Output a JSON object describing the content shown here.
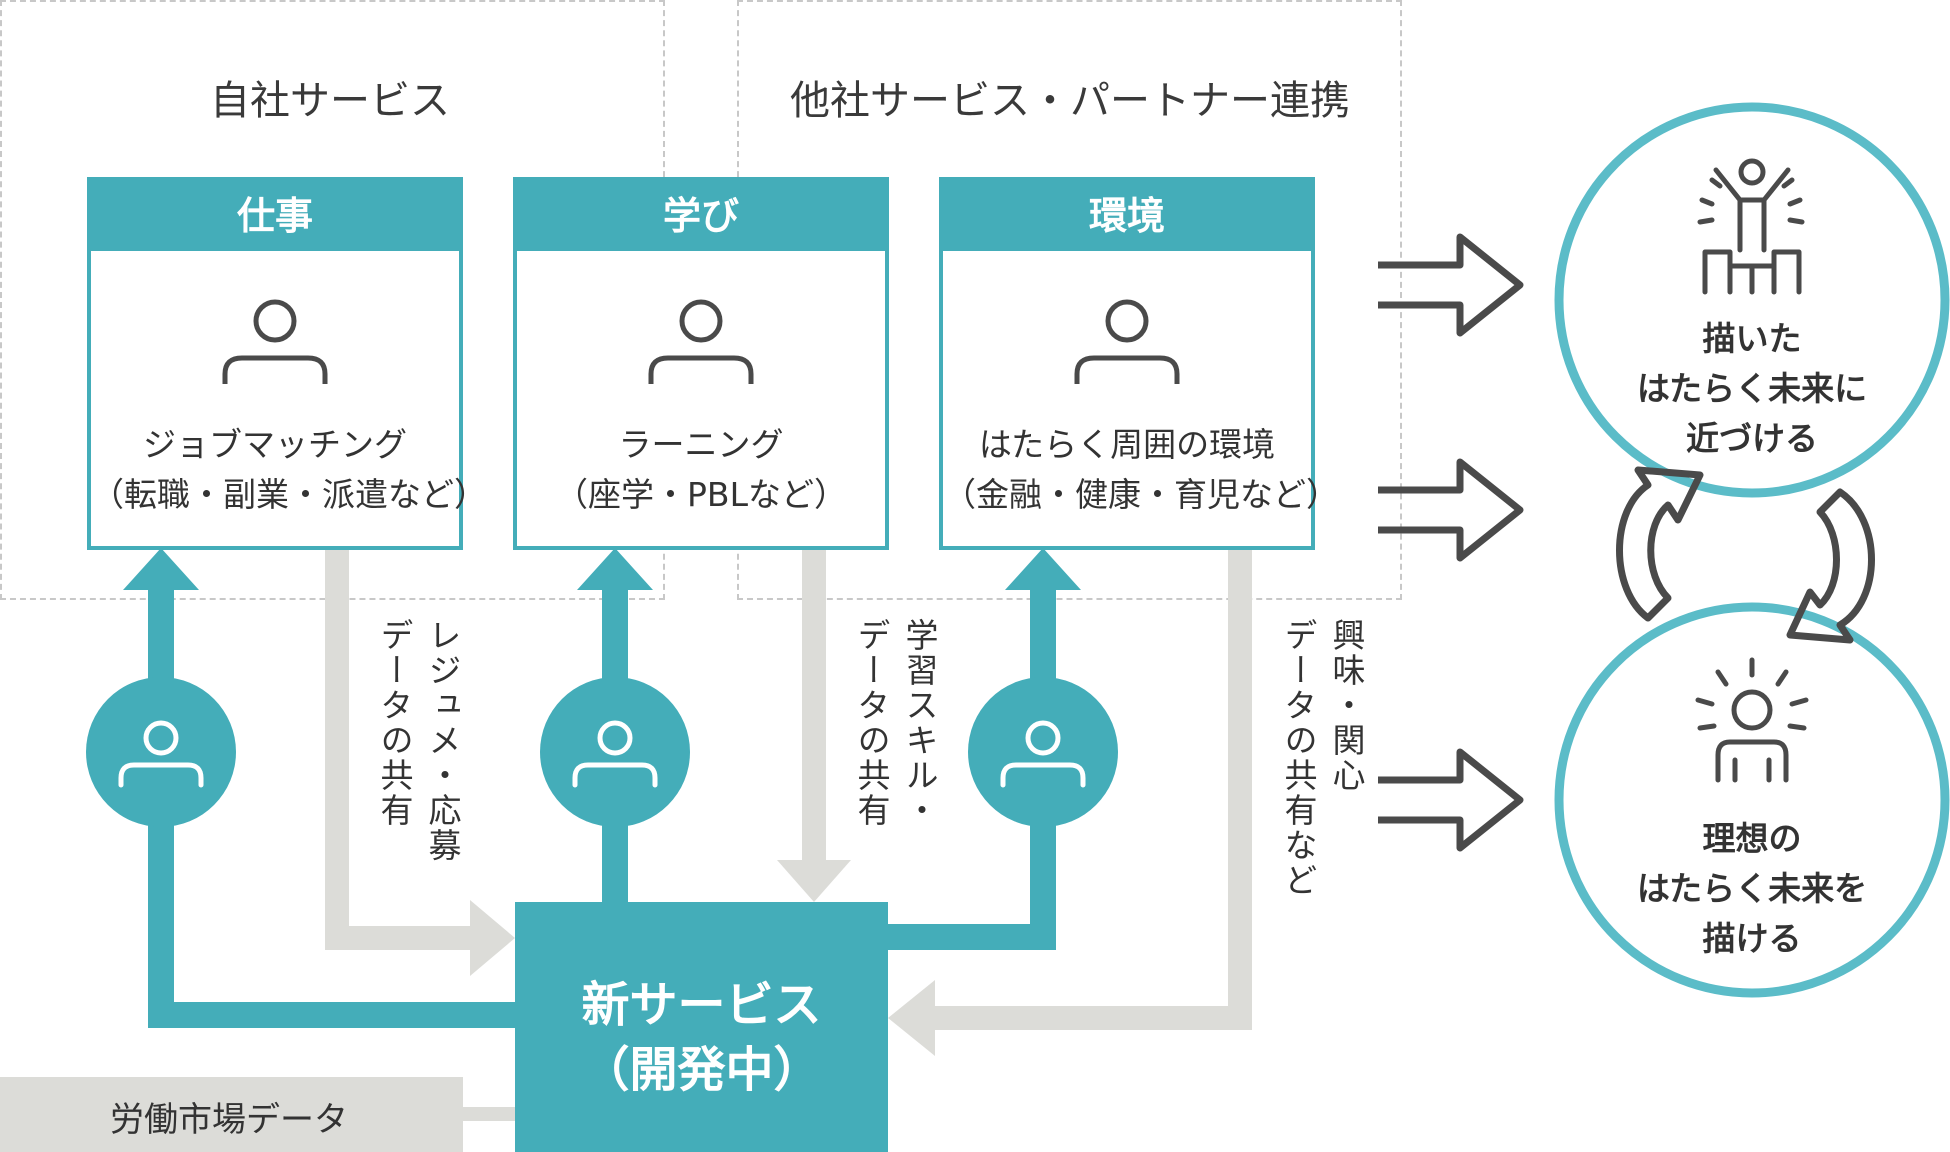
{
  "groups": {
    "own": {
      "title": "自社サービス"
    },
    "partner": {
      "title": "他社サービス・パートナー連携"
    }
  },
  "cards": [
    {
      "title": "仕事",
      "line1": "ジョブマッチング",
      "line2": "（転職・副業・派遣など）"
    },
    {
      "title": "学び",
      "line1": "ラーニング",
      "line2": "（座学・PBLなど）"
    },
    {
      "title": "環境",
      "line1": "はたらく周囲の環境",
      "line2": "（金融・健康・育児など）"
    }
  ],
  "flows": {
    "resume": {
      "col1": "レジュメ・応募",
      "col2": "データの共有"
    },
    "skill": {
      "col1": "学習スキル・",
      "col2": "データの共有"
    },
    "interest": {
      "col1": "興味・関心",
      "col2": "データの共有など"
    }
  },
  "hub": {
    "line1": "新サービス",
    "line2": "（開発中）"
  },
  "labor_data": "労働市場データ",
  "goals": {
    "top": {
      "line1": "描いた",
      "line2": "はたらく未来に",
      "line3": "近づける"
    },
    "bottom": {
      "line1": "理想の",
      "line2": "はたらく未来を",
      "line3": "描ける"
    }
  },
  "colors": {
    "teal": "#44adb9",
    "gray_flow": "#dcdcd8",
    "dark": "#333333",
    "ring": "#5bbcc8"
  },
  "icons": [
    "person-icon",
    "arrow-right-icon",
    "cycle-arrows-icon",
    "celebrating-person-icon",
    "inspired-person-icon"
  ]
}
